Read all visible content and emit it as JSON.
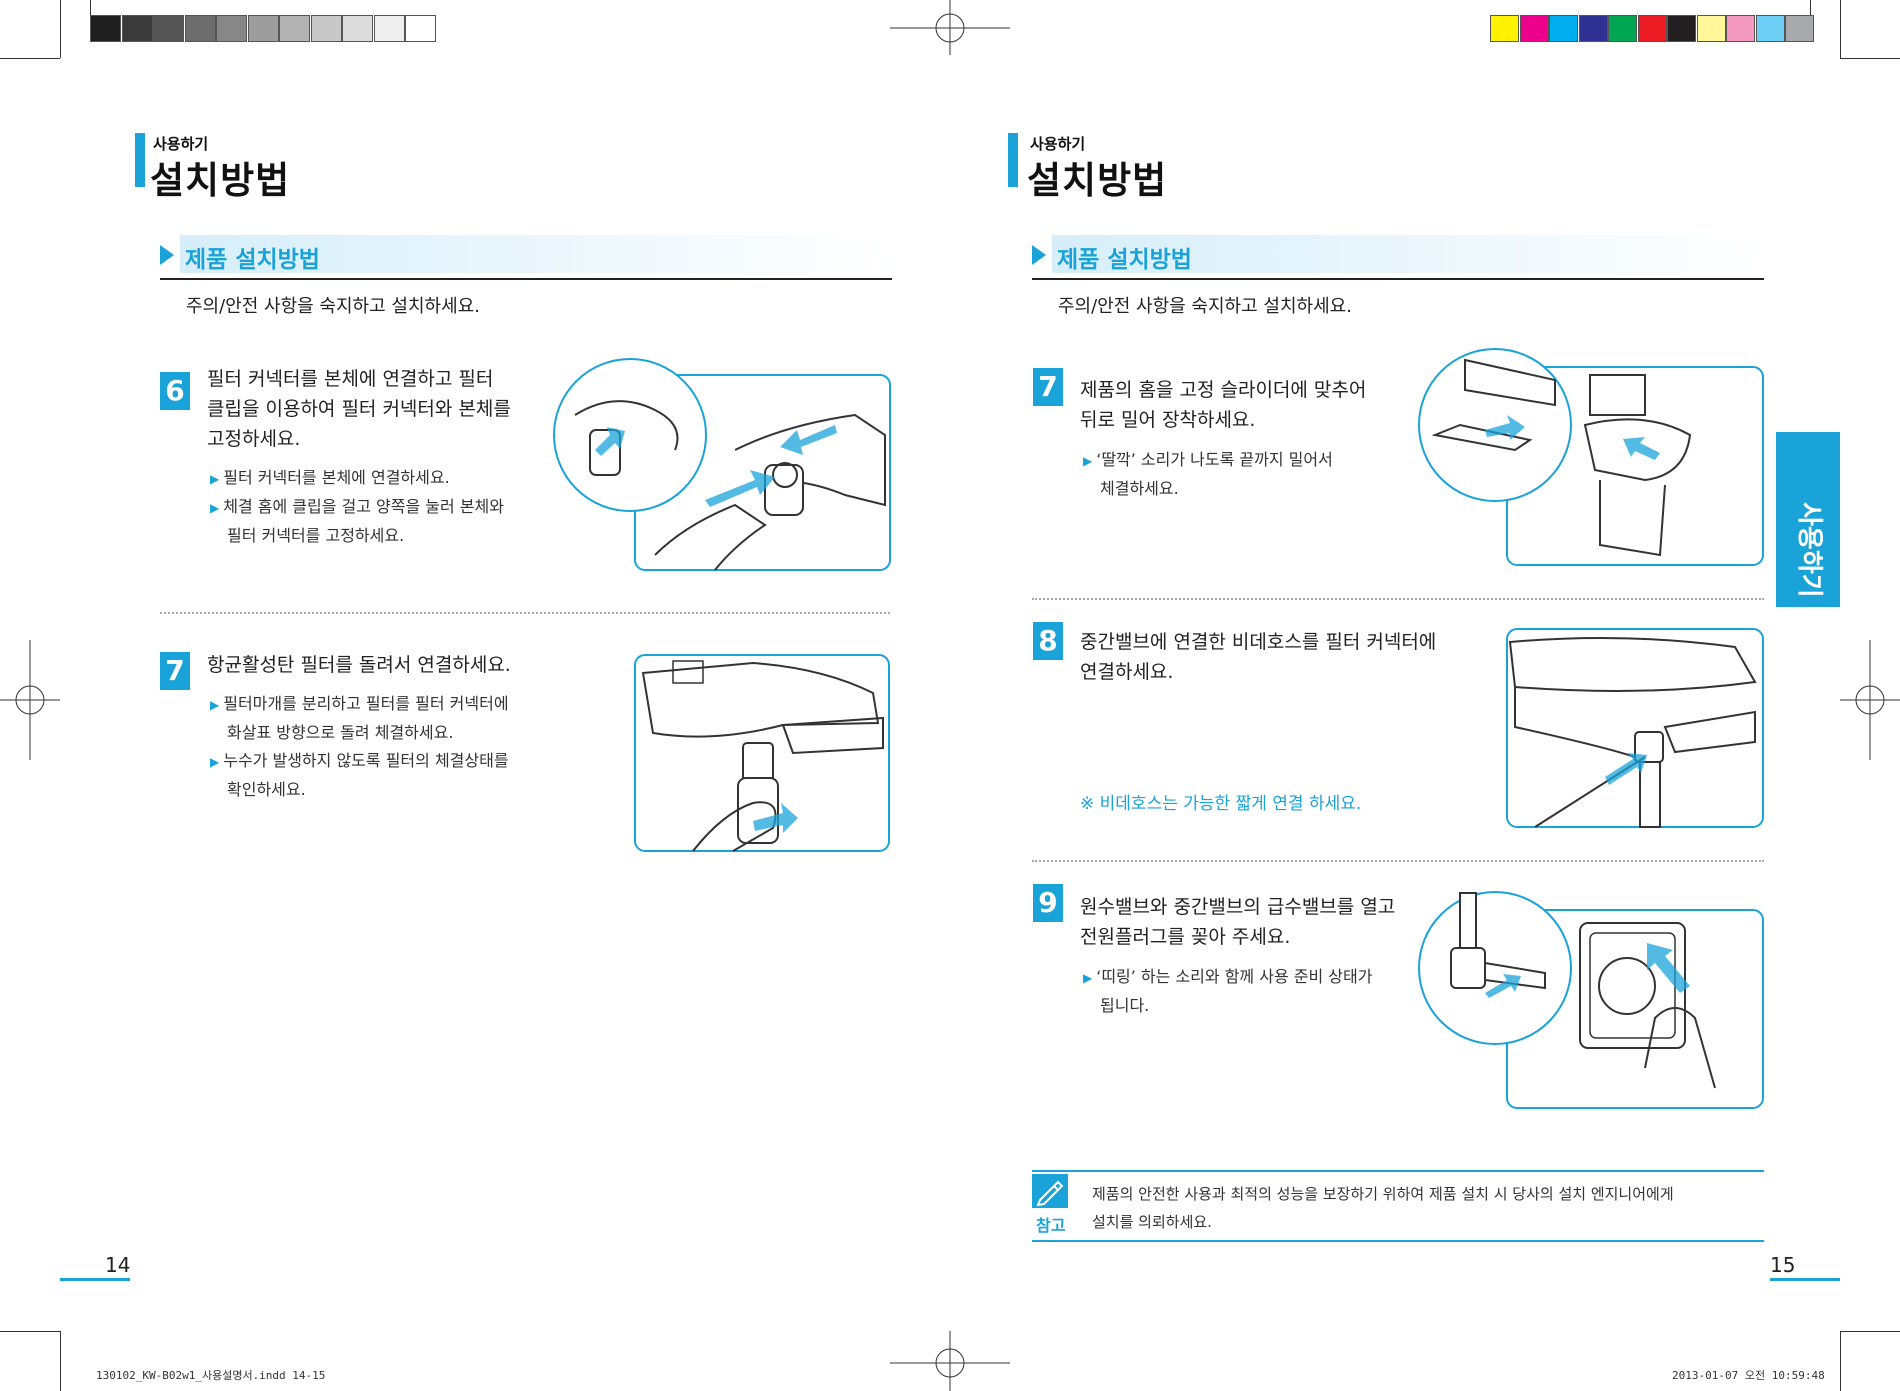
{
  "header": {
    "left": {
      "small": "사용하기",
      "big": "설치방법"
    },
    "right": {
      "small": "사용하기",
      "big": "설치방법"
    }
  },
  "section": {
    "left": {
      "title": "제품 설치방법",
      "intro": "주의/안전 사항을 숙지하고 설치하세요."
    },
    "right": {
      "title": "제품 설치방법",
      "intro": "주의/안전 사항을 숙지하고 설치하세요."
    }
  },
  "steps": {
    "s6": {
      "num": "6",
      "lines": [
        "필터 커넥터를 본체에 연결하고 필터",
        "클립을 이용하여 필터 커넥터와 본체를",
        "고정하세요."
      ],
      "bullets": [
        "필터 커넥터를 본체에 연결하세요.",
        "체결 홈에 클립을 걸고 양쪽을 눌러 본체와",
        "필터 커넥터를 고정하세요."
      ]
    },
    "s7a": {
      "num": "7",
      "lines": [
        "항균활성탄 필터를 돌려서 연결하세요."
      ],
      "bullets": [
        "필터마개를 분리하고 필터를 필터 커넥터에",
        "화살표 방향으로 돌려 체결하세요.",
        "누수가 발생하지 않도록 필터의 체결상태를",
        "확인하세요."
      ]
    },
    "s7b": {
      "num": "7",
      "lines": [
        "제품의 홈을 고정 슬라이더에 맞추어",
        "뒤로 밀어 장착하세요."
      ],
      "bullets": [
        "‘딸깍’ 소리가 나도록 끝까지 밀어서",
        "체결하세요."
      ]
    },
    "s8": {
      "num": "8",
      "lines": [
        "중간밸브에 연결한 비데호스를 필터 커넥터에",
        "연결하세요."
      ],
      "note": "※ 비데호스는 가능한 짧게 연결 하세요."
    },
    "s9": {
      "num": "9",
      "lines": [
        "원수밸브와 중간밸브의 급수밸브를 열고",
        "전원플러그를 꽂아 주세요."
      ],
      "bullets": [
        "‘띠링’ 하는 소리와 함께 사용 준비 상태가",
        "됩니다."
      ]
    }
  },
  "note": {
    "label": "참고",
    "lines": [
      "제품의 안전한 사용과 최적의 성능을 보장하기 위하여 제품 설치 시 당사의 설치 엔지니어에게",
      "설치를 의뢰하세요."
    ]
  },
  "side_tab": {
    "label": "사용하기"
  },
  "page_numbers": {
    "left": "14",
    "right": "15"
  },
  "footer": {
    "left": "130102_KW-B02w1_사용설명서.indd   14-15",
    "right": "2013-01-07   오전 10:59:48"
  },
  "colors": {
    "accent": "#1aa3d9",
    "gray_bar": [
      "#1f1f1f",
      "#3a3a3a",
      "#555555",
      "#6e6e6e",
      "#878787",
      "#9d9d9d",
      "#b3b3b3",
      "#c8c8c8",
      "#dcdcdc",
      "#efefef",
      "#ffffff"
    ],
    "color_bar": [
      "#fff200",
      "#ec008c",
      "#00aeef",
      "#2e3192",
      "#00a651",
      "#ed1c24",
      "#231f20",
      "#fff799",
      "#f49ac1",
      "#6dcff6",
      "#a7a9ac"
    ]
  }
}
